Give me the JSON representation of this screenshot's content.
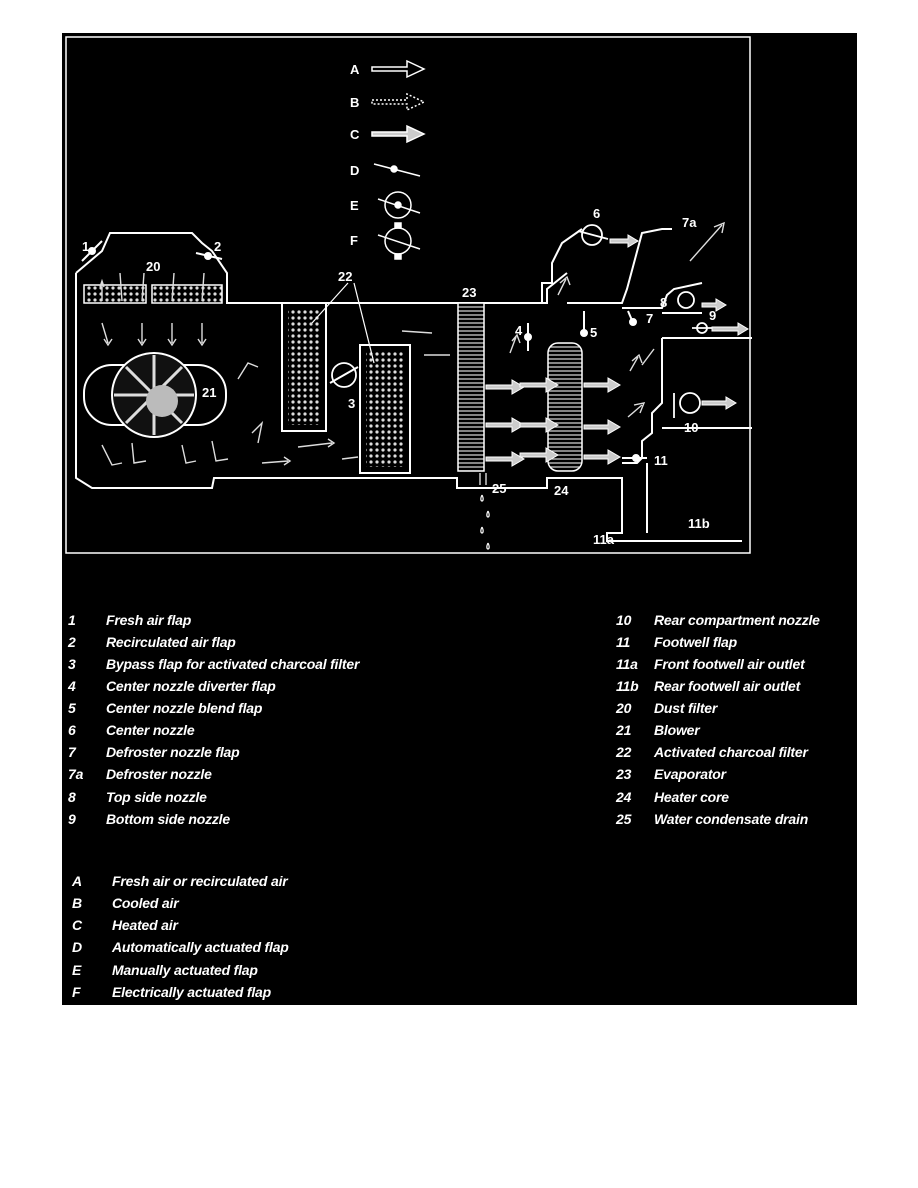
{
  "diagram": {
    "key": [
      {
        "letter": "A"
      },
      {
        "letter": "B"
      },
      {
        "letter": "C"
      },
      {
        "letter": "D"
      },
      {
        "letter": "E"
      },
      {
        "letter": "F"
      }
    ],
    "labels": {
      "n1": "1",
      "n2": "2",
      "n3": "3",
      "n4": "4",
      "n5": "5",
      "n6": "6",
      "n7": "7",
      "n7a": "7a",
      "n8": "8",
      "n9": "9",
      "n10": "10",
      "n11": "11",
      "n11a": "11a",
      "n11b": "11b",
      "n20": "20",
      "n21": "21",
      "n22": "22",
      "n23": "23",
      "n24": "24",
      "n25": "25"
    }
  },
  "components_left": [
    {
      "num": "1",
      "text": "Fresh air flap"
    },
    {
      "num": "2",
      "text": "Recirculated air flap"
    },
    {
      "num": "3",
      "text": "Bypass flap for activated charcoal filter"
    },
    {
      "num": "4",
      "text": "Center nozzle diverter flap"
    },
    {
      "num": "5",
      "text": "Center nozzle blend flap"
    },
    {
      "num": "6",
      "text": "Center nozzle"
    },
    {
      "num": "7",
      "text": "Defroster nozzle flap"
    },
    {
      "num": "7a",
      "text": "Defroster nozzle"
    },
    {
      "num": "8",
      "text": "Top side nozzle"
    },
    {
      "num": "9",
      "text": "Bottom side nozzle"
    }
  ],
  "components_right": [
    {
      "num": "10",
      "text": "Rear compartment nozzle"
    },
    {
      "num": "11",
      "text": "Footwell flap"
    },
    {
      "num": "11a",
      "text": "Front footwell air outlet"
    },
    {
      "num": "11b",
      "text": "Rear footwell air outlet"
    },
    {
      "num": "20",
      "text": "Dust filter"
    },
    {
      "num": "21",
      "text": "Blower"
    },
    {
      "num": "22",
      "text": "Activated charcoal filter"
    },
    {
      "num": "23",
      "text": "Evaporator"
    },
    {
      "num": "24",
      "text": "Heater core"
    },
    {
      "num": "25",
      "text": "Water condensate drain"
    }
  ],
  "symbols_legend": [
    {
      "letter": "A",
      "text": "Fresh air or recirculated air"
    },
    {
      "letter": "B",
      "text": "Cooled air"
    },
    {
      "letter": "C",
      "text": "Heated air"
    },
    {
      "letter": "D",
      "text": "Automatically actuated flap"
    },
    {
      "letter": "E",
      "text": "Manually actuated flap"
    },
    {
      "letter": "F",
      "text": "Electrically actuated flap"
    }
  ],
  "colors": {
    "background": "#000000",
    "foreground": "#ffffff",
    "page": "#ffffff"
  }
}
